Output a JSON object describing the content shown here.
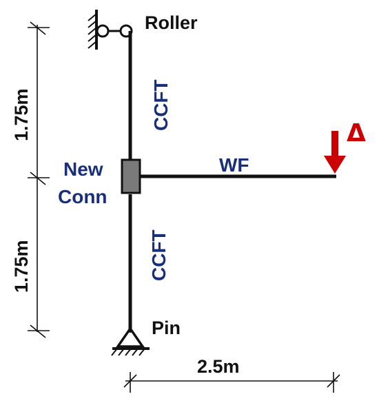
{
  "labels": {
    "roller": "Roller",
    "pin": "Pin",
    "column_top": "CCFT",
    "column_bottom": "CCFT",
    "beam": "WF",
    "connection_line1": "New",
    "connection_line2": "Conn",
    "displacement": "Δ"
  },
  "dimensions": {
    "upper_height": "1.75m",
    "lower_height": "1.75m",
    "beam_length": "2.5m"
  },
  "colors": {
    "member": "#111111",
    "label_blue": "#1a2f7a",
    "load_red": "#cc0000",
    "connection_fill": "#7a7a7a"
  }
}
